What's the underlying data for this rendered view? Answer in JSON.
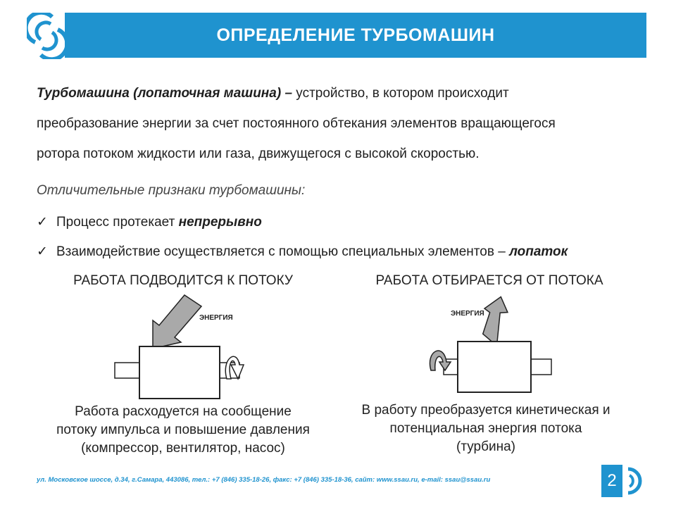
{
  "header": {
    "title": "ОПРЕДЕЛЕНИЕ ТУРБОМАШИН"
  },
  "definition": {
    "term": "Турбомашина  (лопаточная машина) –",
    "line1_rest": " устройство, в котором происходит",
    "line2": "преобразование энергии за счет постоянного обтекания элементов вращающегося",
    "line3": "ротора потоком жидкости или газа, движущегося с высокой скоростью."
  },
  "features": {
    "heading": "Отличительные признаки турбомашины:",
    "items": [
      {
        "text": "Процесс протекает ",
        "emphasis": "непрерывно"
      },
      {
        "text": "Взаимодействие осуществляется с помощью специальных элементов – ",
        "emphasis": "лопаток"
      }
    ]
  },
  "left_panel": {
    "caption": "РАБОТА ПОДВОДИТСЯ К ПОТОКУ",
    "energy_label": "ЭНЕРГИЯ",
    "desc_lines": [
      "Работа расходуется на сообщение",
      "потоку импульса и повышение давления",
      "(компрессор, вентилятор, насос)"
    ]
  },
  "right_panel": {
    "caption": "РАБОТА ОТБИРАЕТСЯ ОТ ПОТОКА",
    "energy_label": "ЭНЕРГИЯ",
    "desc_lines": [
      "В работу преобразуется кинетическая и",
      "потенциальная энергия потока",
      "(турбина)"
    ]
  },
  "footer": {
    "address": "ул. Московское шоссе, д.34, г.Самара, 443086, тел.: +7 (846) 335-18-26, факс: +7 (846) 335-18-36, сайт: www.ssau.ru, e-mail: ssau@ssau.ru",
    "page_number": "2"
  },
  "colors": {
    "accent": "#1f93cf",
    "arrow_fill": "#a9a9a9"
  },
  "icons": [
    "ssau-logo-icon",
    "energy-in-arrow-icon",
    "energy-out-arrow-icon",
    "rotation-arrow-icon",
    "check-icon",
    "footer-logo-icon"
  ]
}
